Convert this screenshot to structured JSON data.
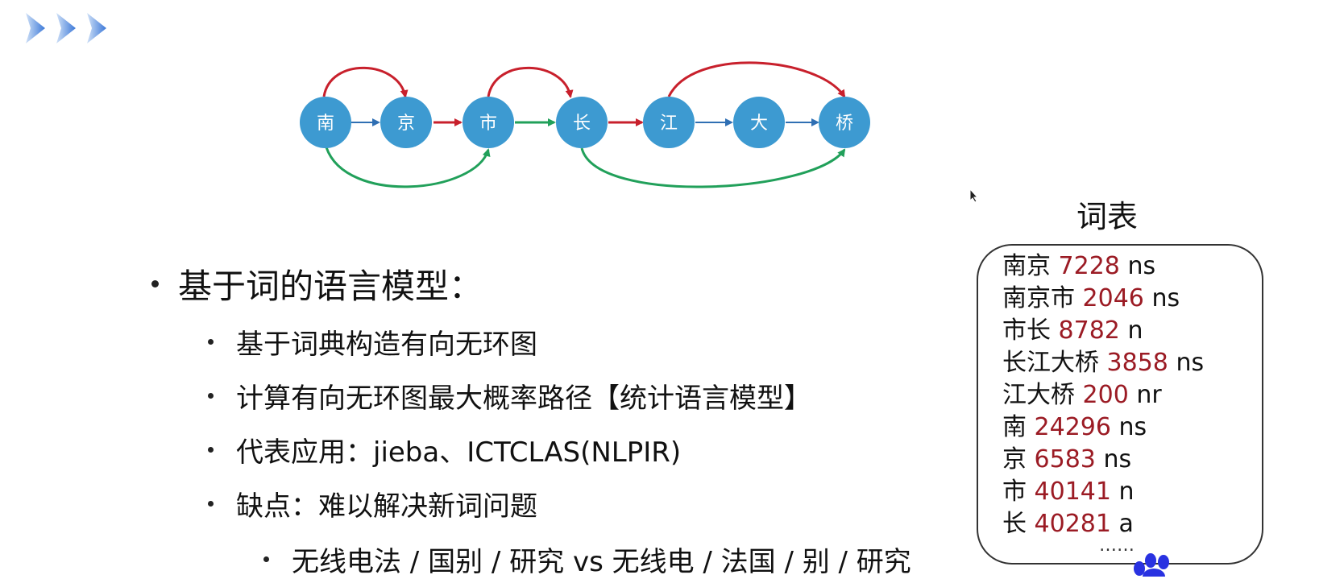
{
  "graph": {
    "nodes": [
      "南",
      "京",
      "市",
      "长",
      "江",
      "大",
      "桥"
    ],
    "colors": {
      "node": "#3d9ad1",
      "red": "#c8202c",
      "green": "#21a05a",
      "blue": "#2f6fb3"
    }
  },
  "bullets": {
    "heading": "基于词的语言模型：",
    "items": [
      "基于词典构造有向无环图",
      "计算有向无环图最大概率路径【统计语言模型】",
      "代表应用：jieba、ICTCLAS(NLPIR)",
      "缺点：难以解决新词问题"
    ],
    "sub_item": "无线电法 / 国别 / 研究 vs 无线电 / 法国 / 别 / 研究"
  },
  "vocab": {
    "title": "词表",
    "entries": [
      {
        "word": "南京",
        "freq": "7228",
        "tag": "ns"
      },
      {
        "word": "南京市",
        "freq": "2046",
        "tag": "ns"
      },
      {
        "word": "市长",
        "freq": "8782",
        "tag": "n"
      },
      {
        "word": "长江大桥",
        "freq": "3858",
        "tag": "ns"
      },
      {
        "word": "江大桥 ",
        "freq": "200",
        "tag": "nr"
      },
      {
        "word": "南",
        "freq": "24296",
        "tag": "ns"
      },
      {
        "word": "京",
        "freq": "6583",
        "tag": "ns"
      },
      {
        "word": "市",
        "freq": "40141",
        "tag": "n"
      },
      {
        "word": "长",
        "freq": "40281",
        "tag": "a"
      }
    ],
    "more": "……",
    "freq_color": "#9b1b24"
  }
}
